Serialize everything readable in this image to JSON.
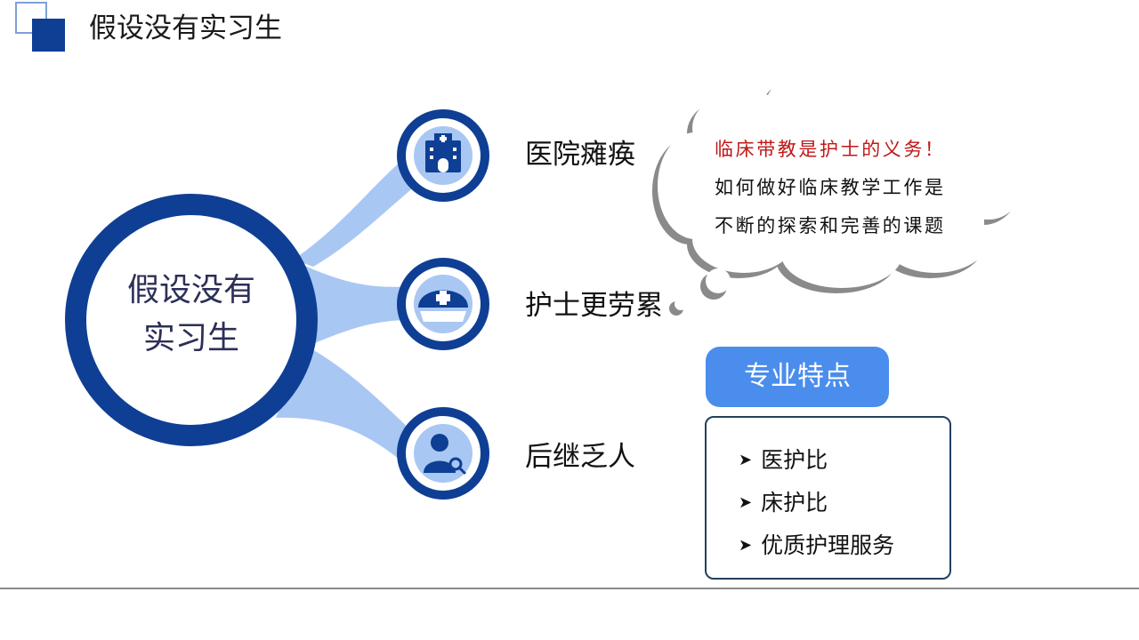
{
  "header": {
    "title": "假设没有实习生"
  },
  "center": {
    "line1": "假设没有",
    "line2": "实习生"
  },
  "branches": [
    {
      "label": "医院瘫痪",
      "icon": "hospital-icon"
    },
    {
      "label": "护士更劳累",
      "icon": "nurse-cap-icon"
    },
    {
      "label": "后继乏人",
      "icon": "person-search-icon"
    }
  ],
  "cloud": {
    "line1": "临床带教是护士的义务！",
    "line2": "如何做好临床教学工作是",
    "line3": "不断的探索和完善的课题"
  },
  "features": {
    "badge": "专业特点",
    "items": [
      "医护比",
      "床护比",
      "优质护理服务"
    ]
  },
  "colors": {
    "primary": "#0e3f94",
    "light": "#a9c7f3",
    "accent": "#4a8ded",
    "highlight_text": "#c01818"
  }
}
